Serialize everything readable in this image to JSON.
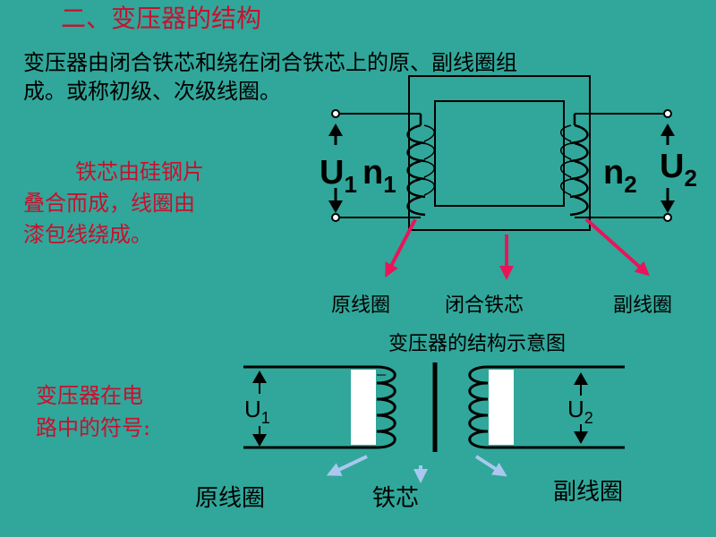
{
  "title": "二、变压器的结构",
  "intro": {
    "line1": "变压器由闭合铁芯和绕在闭合铁芯上的原、副线圈组",
    "line2": "成。或称初级、次级线圈。"
  },
  "core_note": {
    "line1": "铁芯由硅钢片",
    "line2": "叠合而成，线圈由",
    "line3": "漆包线绕成。"
  },
  "diagram": {
    "u_left": "U",
    "u_left_sub": "1",
    "n_left": "n",
    "n_left_sub": "1",
    "n_right": "n",
    "n_right_sub": "2",
    "u_right": "U",
    "u_right_sub": "2",
    "label_primary": "原线圈",
    "label_core": "闭合铁芯",
    "label_secondary": "副线圈",
    "caption": "变压器的结构示意图"
  },
  "symbol": {
    "intro_line1": "变压器在电",
    "intro_line2": "路中的符号:",
    "u1": "U",
    "u1_sub": "1",
    "u2": "U",
    "u2_sub": "2",
    "label_primary": "原线圈",
    "label_core": "铁芯",
    "label_secondary": "副线圈"
  },
  "colors": {
    "background": "#30a79a",
    "title": "#c8102e",
    "arrow": "#e8155a"
  }
}
